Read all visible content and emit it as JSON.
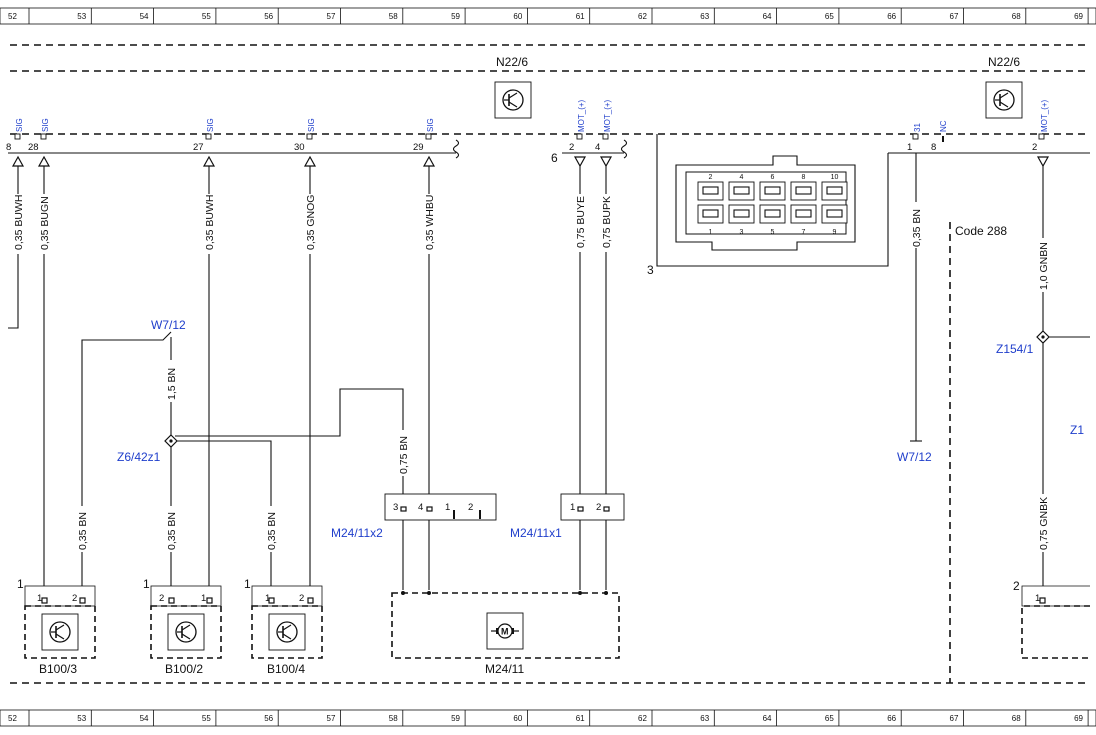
{
  "ruler": {
    "numbers": [
      "52",
      "53",
      "54",
      "55",
      "56",
      "57",
      "58",
      "59",
      "60",
      "61",
      "62",
      "63",
      "64",
      "65",
      "66",
      "67",
      "68",
      "69"
    ]
  },
  "components": {
    "n22_left": "N22/6",
    "n22_right": "N22/6",
    "b100_3": "B100/3",
    "b100_2": "B100/2",
    "b100_4": "B100/4",
    "m24_11": "M24/11",
    "m24_11x2": "M24/11x2",
    "m24_11x1": "M24/11x1",
    "z6_42z1": "Z6/42z1",
    "z154_1": "Z154/1",
    "z1_partial": "Z1",
    "w7_12_left": "W7/12",
    "w7_12_right": "W7/12",
    "code": "Code 288"
  },
  "signals": {
    "sig": "SIG",
    "mot": "MOT_(+)",
    "n31": "31",
    "nc": "NC"
  },
  "pins": {
    "p8": "8",
    "p28": "28",
    "p27": "27",
    "p30": "30",
    "p29": "29",
    "p6": "6",
    "p2": "2",
    "p4": "4",
    "p3": "3",
    "p1": "1",
    "r1": "1",
    "r8": "8",
    "r2": "2",
    "b3_1": "1",
    "b3_2": "2",
    "b3_corner": "1",
    "b2_2": "2",
    "b2_1": "1",
    "b2_corner": "1",
    "b4_1": "1",
    "b4_2": "2",
    "b4_corner": "1",
    "m2_3": "3",
    "m2_4": "4",
    "m2_1": "1",
    "m2_2": "2",
    "m1_1": "1",
    "m1_2": "2",
    "rb_corner": "2",
    "rb_1": "1",
    "conn_top": [
      "2",
      "4",
      "6",
      "8",
      "10"
    ],
    "conn_bot": [
      "1",
      "3",
      "5",
      "7",
      "9"
    ]
  },
  "wires": {
    "w1": "0,35 BUWH",
    "w2": "0,35 BUGN",
    "w3": "0,35 BUWH",
    "w4": "0,35 GNOG",
    "w5": "0,35 WHBU",
    "w6": "0,75 BUYE",
    "w7": "0,75 BUPK",
    "w8": "0,35 BN",
    "w9": "1,0 GNBN",
    "w10": "0,75 GNBK",
    "w11": "1,5 BN",
    "w12": "0,75 BN",
    "w13": "0,35 BN",
    "w14": "0,35 BN",
    "w15": "0,35 BN"
  },
  "colors": {
    "ink": "#111111",
    "label_blue": "#1f3ecb",
    "background": "#ffffff"
  },
  "icons": [
    "transistor-icon",
    "motor-icon",
    "connector-face-icon",
    "splice-icon",
    "pin-arrow-icon"
  ]
}
